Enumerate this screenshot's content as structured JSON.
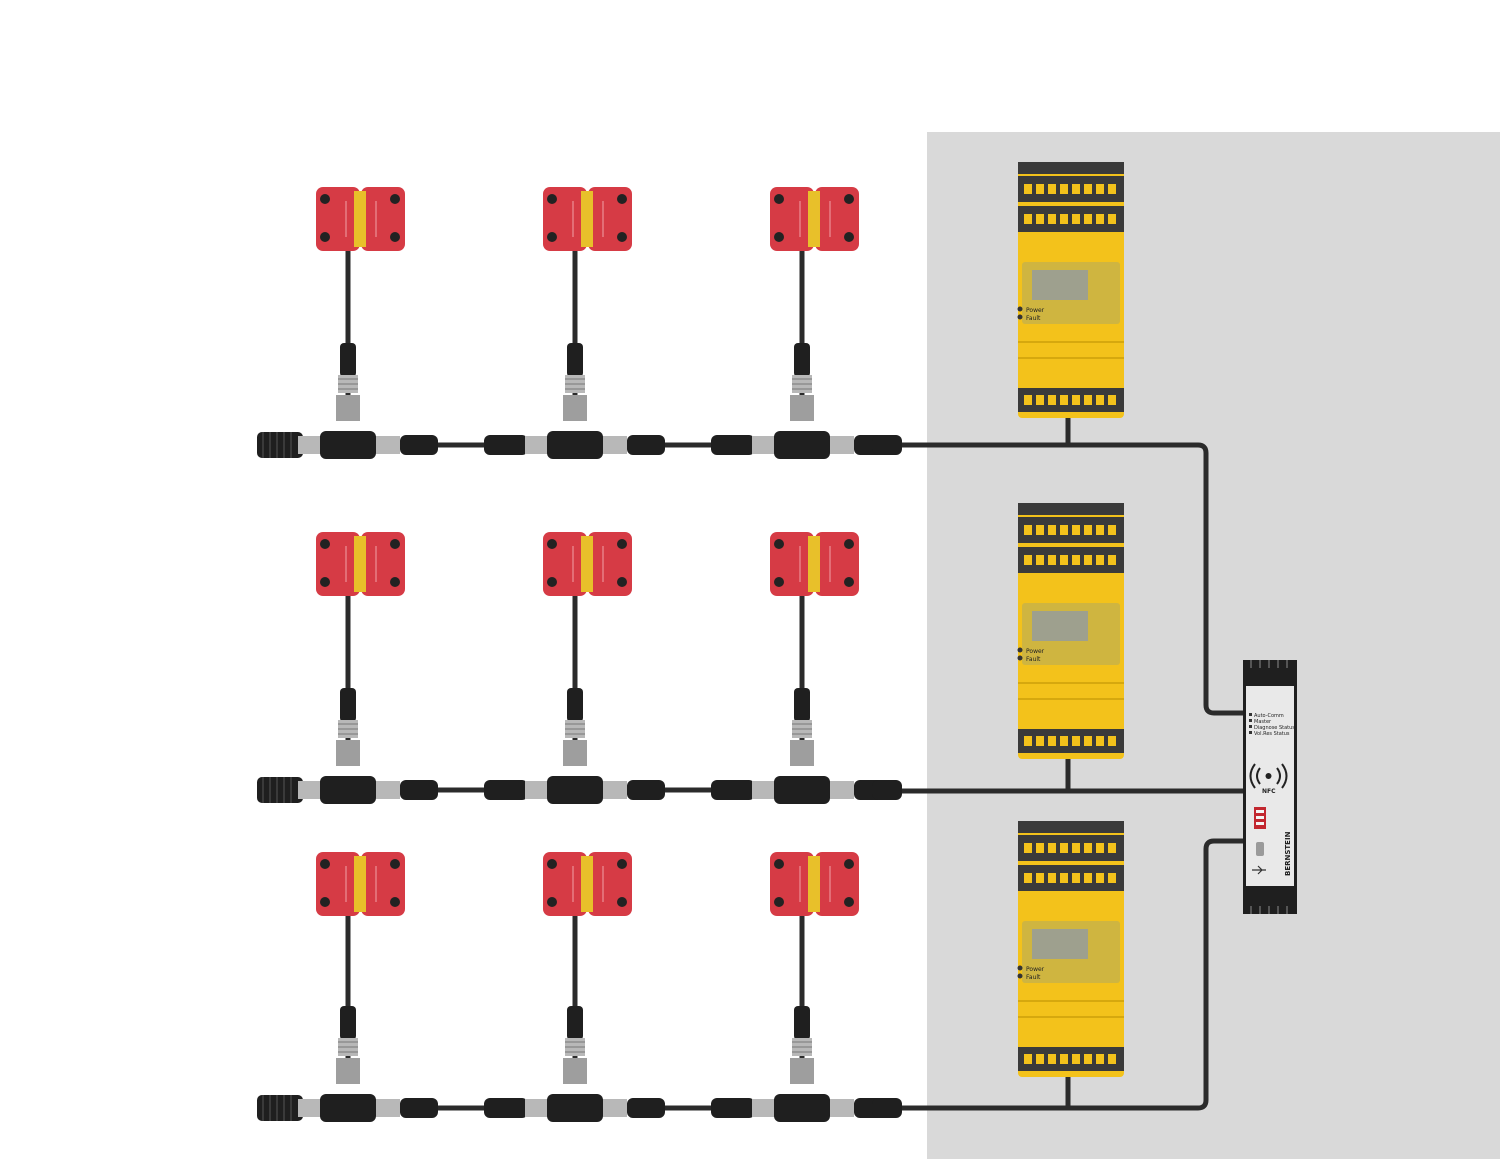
{
  "colors": {
    "background": "#ffffff",
    "cabinet": "#d9d9d9",
    "cable": "#2b2b2b",
    "sensor_red": "#d63b45",
    "sensor_yellow": "#e8c02a",
    "relay_yellow": "#f3c21b",
    "relay_terminal": "#3a3a3a",
    "connector_dark": "#1f1f1f",
    "connector_metal": "#b8b8b8",
    "gateway_body": "#e9e9e9"
  },
  "relay": {
    "led_labels": [
      "Power",
      "Fault"
    ]
  },
  "gateway": {
    "status_labels": [
      "Auto-Comm",
      "Master",
      "Diagnose Status",
      "Vol.Res Status"
    ],
    "nfc_label": "NFC",
    "brand": "BERNSTEIN"
  },
  "diagram": {
    "chains": 3,
    "sensors_per_chain": 3
  }
}
